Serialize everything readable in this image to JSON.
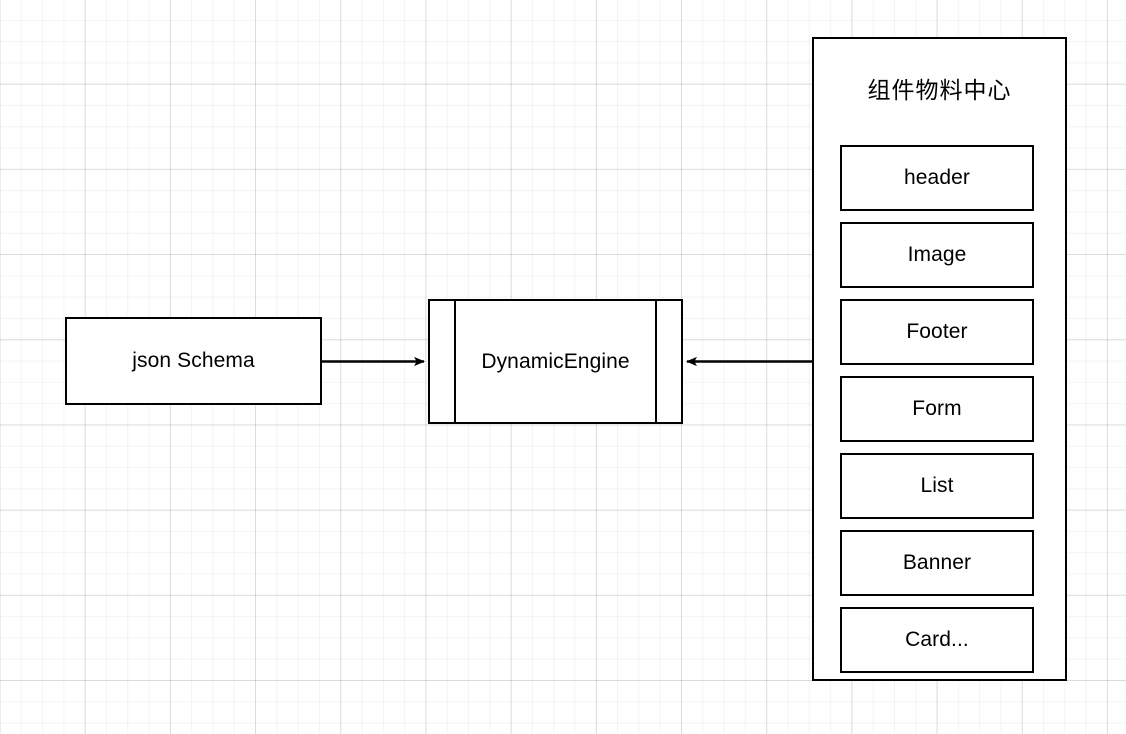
{
  "diagram": {
    "type": "flow-diagram",
    "background": "#ffffff",
    "stroke_color": "#000000",
    "grid": "light-gray-graph-paper",
    "nodes": {
      "json_schema": {
        "label": "json Schema"
      },
      "dynamic_engine": {
        "label": "DynamicEngine"
      },
      "material_center": {
        "title": "组件物料中心",
        "items": [
          {
            "label": "header"
          },
          {
            "label": "Image"
          },
          {
            "label": "Footer"
          },
          {
            "label": "Form"
          },
          {
            "label": "List"
          },
          {
            "label": "Banner"
          },
          {
            "label": "Card..."
          }
        ]
      }
    },
    "edges": [
      {
        "from": "json_schema",
        "to": "dynamic_engine",
        "direction": "right",
        "arrowhead": "filled-triangle"
      },
      {
        "from": "material_center",
        "to": "dynamic_engine",
        "direction": "left",
        "arrowhead": "filled-triangle"
      }
    ]
  }
}
